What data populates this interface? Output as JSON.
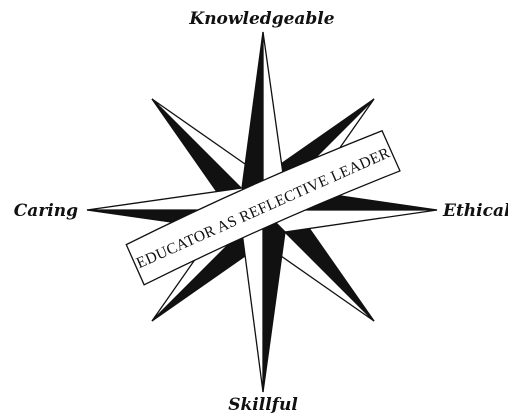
{
  "labels": {
    "north": "Knowledgeable",
    "east": "Ethical",
    "south": "Skillful",
    "west": "Caring"
  },
  "banner": {
    "text": "EDUCATOR AS REFLECTIVE LEADER"
  },
  "colors": {
    "ink": "#111111",
    "paper": "#ffffff"
  }
}
